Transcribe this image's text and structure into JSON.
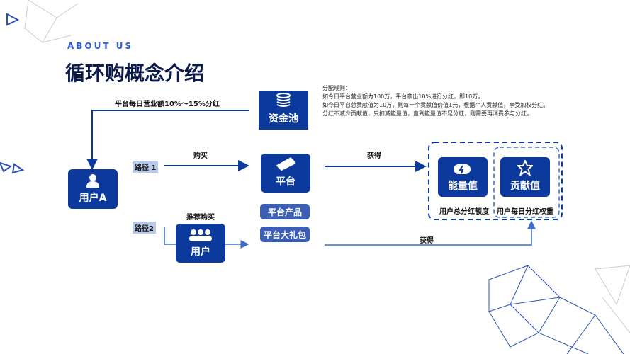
{
  "header": {
    "eyebrow": "ABOUT US",
    "title": "循环购概念介绍"
  },
  "rules": {
    "heading": "分配规则：",
    "lines": [
      "如今日平台营业额为100万，平台拿出10%进行分红，即10万。",
      "如今日平台总贡献值为10万，则每一个贡献值价值1元，根据个人贡献值，享受加权分红。",
      "分红不减少贡献值，只扣减能量值，直到能量值不足分红，则需要再消费参与分红。"
    ]
  },
  "nodes": {
    "pool": "资金池",
    "platform": "平台",
    "user_a": "用户A",
    "users": "用户",
    "energy": "能量值",
    "contribution": "贡献值",
    "product": "平台产品",
    "gift": "平台大礼包"
  },
  "edges": {
    "dividend": "平台每日营业额10%～15%分红",
    "buy": "购买",
    "refer_buy": "推荐购买",
    "gain1": "获得",
    "gain2": "获得",
    "path1": "路径 1",
    "path2": "路径2"
  },
  "groups": {
    "total": "用户总分红额度",
    "daily": "用户每日分红权重"
  },
  "colors": {
    "primary": "#0c399c",
    "accent": "#2e5bd8"
  }
}
